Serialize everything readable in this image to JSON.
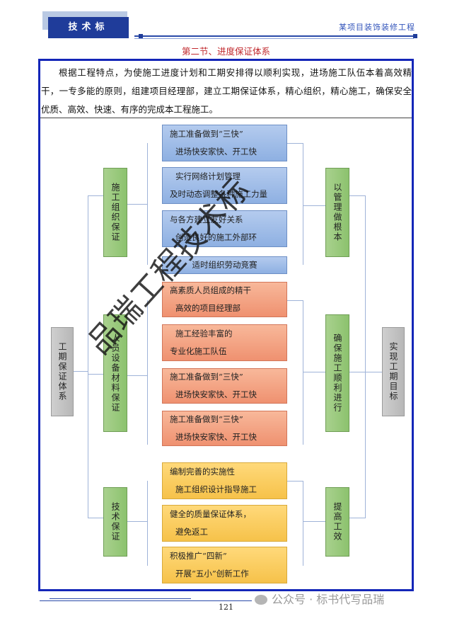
{
  "header": {
    "label": "技术标",
    "project_title": "某项目装饰装修工程"
  },
  "section_title": "第二节、进度保证体系",
  "intro": "根据工程特点，为使施工进度计划和工期安排得以顺利实现，进场施工队伍本着高效精干，一专多能的原则，组建项目经理部，建立工期保证体系，精心组织，精心施工，确保安全优质、高效、快速、有序的完成本工程施工。",
  "diagram": {
    "root": "工期保证体系",
    "guarantees": [
      "施工组织保证",
      "人员设备材料保证",
      "技术保证"
    ],
    "measures": [
      {
        "line1": "施工准备做到“三快”",
        "line2": "进场快安家快、开工快",
        "color": "blue"
      },
      {
        "line1": "实行网络计划管理",
        "line2": "及时动态调整各种施工力量",
        "color": "blue"
      },
      {
        "line1": "与各方建立友好关系",
        "line2": "创造良好的施工外部环",
        "color": "blue"
      },
      {
        "line1": "适时组织劳动竞赛",
        "line2": "",
        "color": "blue"
      },
      {
        "line1": "高素质人员组成的精干",
        "line2": "高效的项目经理部",
        "color": "orange"
      },
      {
        "line1": "施工经验丰富的",
        "line2": "专业化施工队伍",
        "color": "orange"
      },
      {
        "line1": "施工准备做到“三快”",
        "line2": "进场快安家快、开工快",
        "color": "orange"
      },
      {
        "line1": "施工准备做到“三快”",
        "line2": "进场快安家快、开工快",
        "color": "orange"
      },
      {
        "line1": "编制完善的实施性",
        "line2": "施工组织设计指导施工",
        "color": "yellow"
      },
      {
        "line1": "健全的质量保证体系，",
        "line2": "避免返工",
        "color": "yellow"
      },
      {
        "line1": "积极推广“四新”",
        "line2": "开展“五小”创新工作",
        "color": "yellow"
      }
    ],
    "effects": [
      "以管理做根本",
      "确保施工顺利进行",
      "提高工效"
    ],
    "goal": "实现工期目标"
  },
  "watermark": "品瑞工程技术标",
  "footer": {
    "page_number": "121",
    "wechat_label": "公众号 · 标书代写品瑞"
  }
}
